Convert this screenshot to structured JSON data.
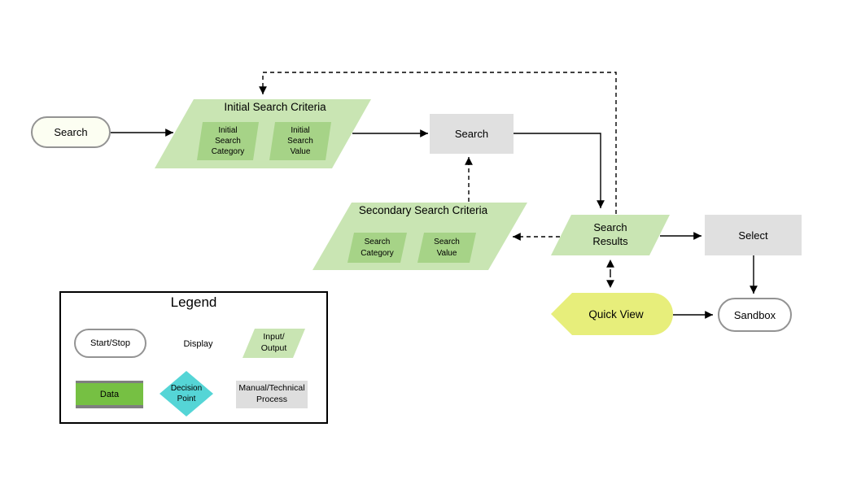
{
  "colors": {
    "light_green": "#C9E5B3",
    "medium_green": "#A6D387",
    "bright_green": "#76C043",
    "display_yellow": "#E7EE7B",
    "decision_cyan": "#55D5D6",
    "process_gray": "#E0E0E0",
    "start_fill": "#FCFEF2",
    "border_gray": "#939393",
    "line_color": "#000000"
  },
  "diagram": {
    "nodes": {
      "start": {
        "label": "Search",
        "shape": "start-stop"
      },
      "initial_criteria": {
        "title": "Initial Search Criteria",
        "shape": "input-output",
        "fields": {
          "category": "Initial\nSearch\nCategory",
          "value": "Initial\nSearch\nValue"
        }
      },
      "search_process": {
        "label": "Search",
        "shape": "manual-process"
      },
      "secondary_criteria": {
        "title": "Secondary Search Criteria",
        "shape": "input-output",
        "fields": {
          "category": "Search\nCategory",
          "value": "Search\nValue"
        }
      },
      "search_results": {
        "label": "Search\nResults",
        "shape": "input-output"
      },
      "select_process": {
        "label": "Select",
        "shape": "manual-process"
      },
      "quick_view": {
        "label": "Quick View",
        "shape": "display"
      },
      "sandbox": {
        "label": "Sandbox",
        "shape": "start-stop"
      }
    },
    "edges": [
      {
        "from": "start",
        "to": "initial_criteria",
        "style": "solid"
      },
      {
        "from": "initial_criteria",
        "to": "search_process",
        "style": "solid"
      },
      {
        "from": "search_process",
        "to": "search_results",
        "style": "solid"
      },
      {
        "from": "search_results",
        "to": "initial_criteria",
        "style": "dashed"
      },
      {
        "from": "secondary_criteria",
        "to": "search_process",
        "style": "dashed"
      },
      {
        "from": "search_results",
        "to": "secondary_criteria",
        "style": "dashed"
      },
      {
        "from": "search_results",
        "to": "quick_view",
        "style": "dashed-bidirectional"
      },
      {
        "from": "search_results",
        "to": "select_process",
        "style": "solid"
      },
      {
        "from": "select_process",
        "to": "sandbox",
        "style": "solid"
      },
      {
        "from": "quick_view",
        "to": "sandbox",
        "style": "solid"
      }
    ]
  },
  "legend": {
    "title": "Legend",
    "items": [
      {
        "label": "Start/Stop",
        "shape": "start-stop"
      },
      {
        "label": "Display",
        "shape": "display"
      },
      {
        "label": "Input/\nOutput",
        "shape": "input-output"
      },
      {
        "label": "Data",
        "shape": "data"
      },
      {
        "label": "Decision\nPoint",
        "shape": "decision"
      },
      {
        "label": "Manual/Technical\nProcess",
        "shape": "manual-process"
      }
    ]
  }
}
